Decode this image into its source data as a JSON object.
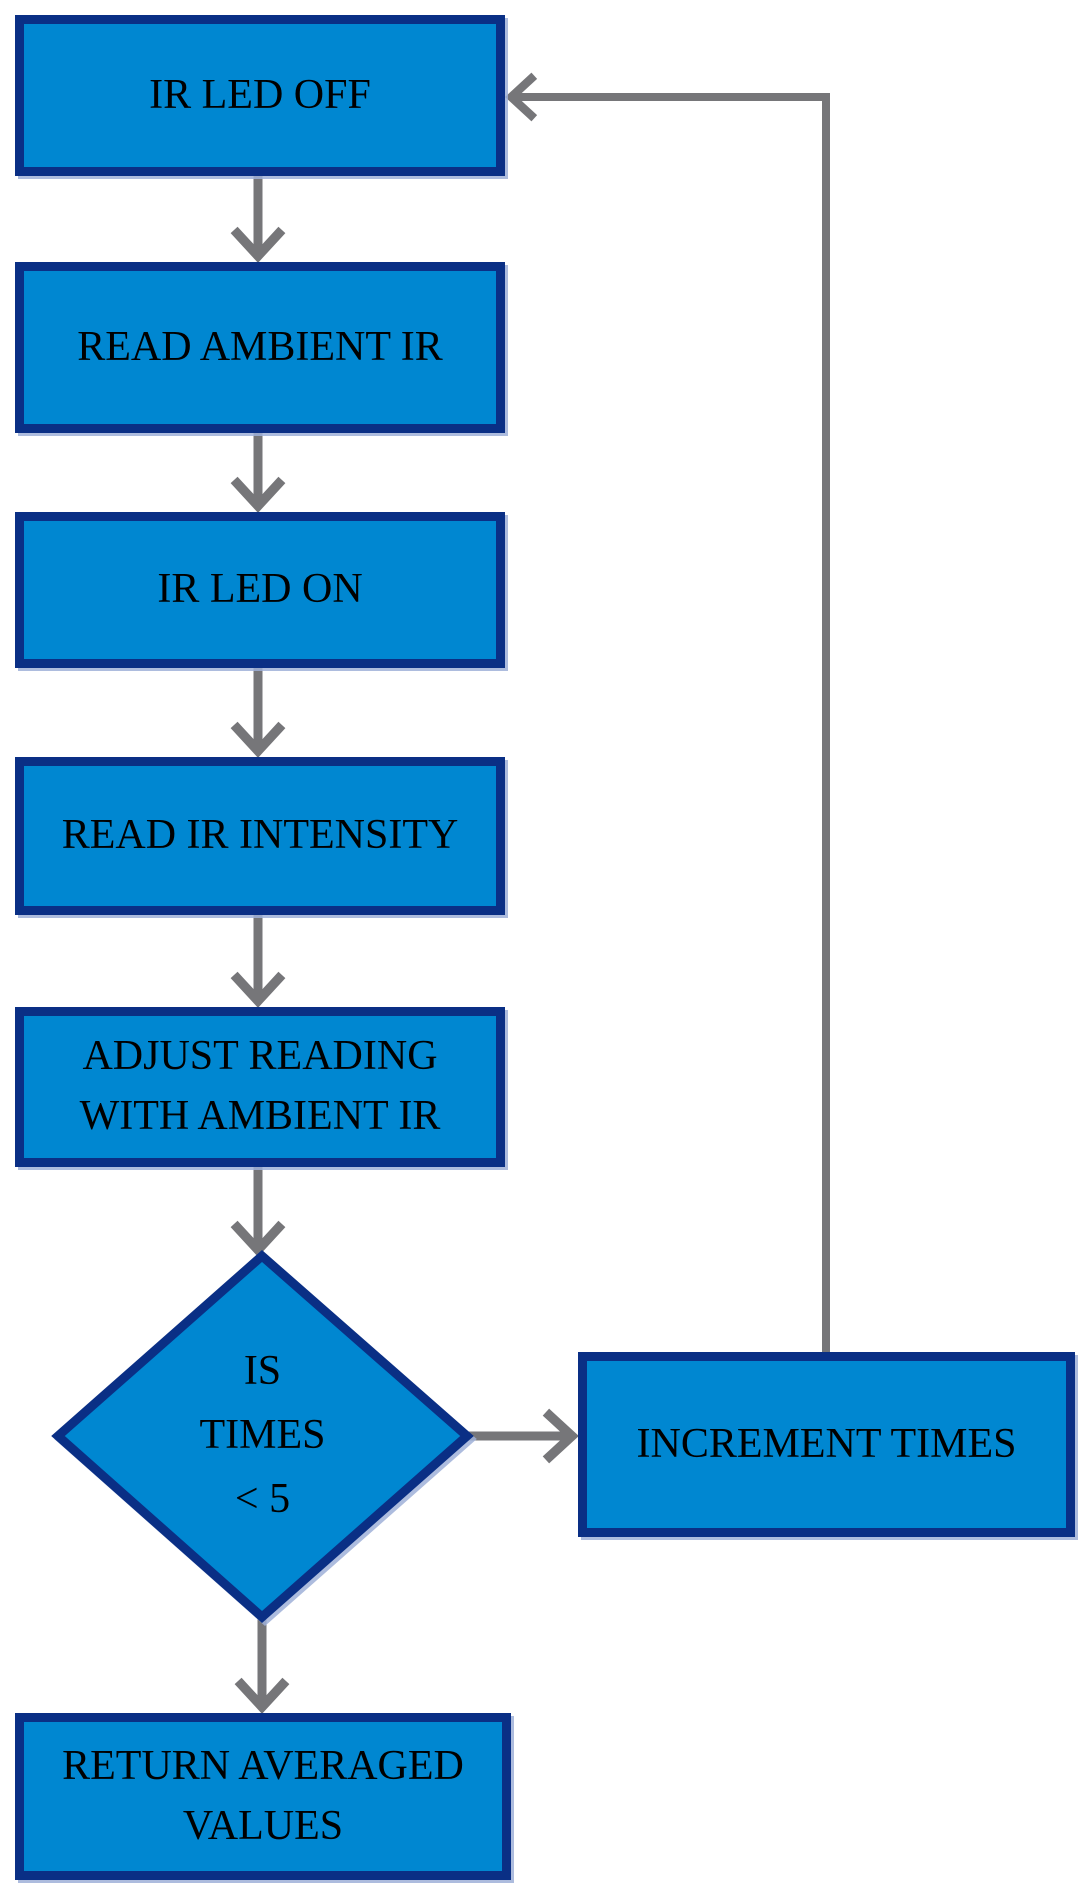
{
  "diagram_type": "flowchart",
  "colors": {
    "node_fill": "#0087d1",
    "node_border": "#0a2f85",
    "arrow": "#767679",
    "text": "#000000",
    "background": "#ffffff"
  },
  "nodes": [
    {
      "id": "ir-led-off",
      "shape": "rectangle",
      "label": "IR LED OFF"
    },
    {
      "id": "read-ambient-ir",
      "shape": "rectangle",
      "label": "READ AMBIENT IR"
    },
    {
      "id": "ir-led-on",
      "shape": "rectangle",
      "label": "IR LED ON"
    },
    {
      "id": "read-ir-intensity",
      "shape": "rectangle",
      "label": "READ IR INTENSITY"
    },
    {
      "id": "adjust-reading",
      "shape": "rectangle",
      "label": "ADJUST READING\nWITH AMBIENT IR"
    },
    {
      "id": "is-times-lt-5",
      "shape": "diamond",
      "label": "IS\nTIMES\n< 5"
    },
    {
      "id": "increment-times",
      "shape": "rectangle",
      "label": "INCREMENT TIMES"
    },
    {
      "id": "return-averaged",
      "shape": "rectangle",
      "label": "RETURN AVERAGED\nVALUES"
    }
  ],
  "edges": [
    {
      "from": "ir-led-off",
      "to": "read-ambient-ir"
    },
    {
      "from": "read-ambient-ir",
      "to": "ir-led-on"
    },
    {
      "from": "ir-led-on",
      "to": "read-ir-intensity"
    },
    {
      "from": "read-ir-intensity",
      "to": "adjust-reading"
    },
    {
      "from": "adjust-reading",
      "to": "is-times-lt-5"
    },
    {
      "from": "is-times-lt-5",
      "to": "increment-times"
    },
    {
      "from": "increment-times",
      "to": "ir-led-off"
    },
    {
      "from": "is-times-lt-5",
      "to": "return-averaged"
    }
  ]
}
